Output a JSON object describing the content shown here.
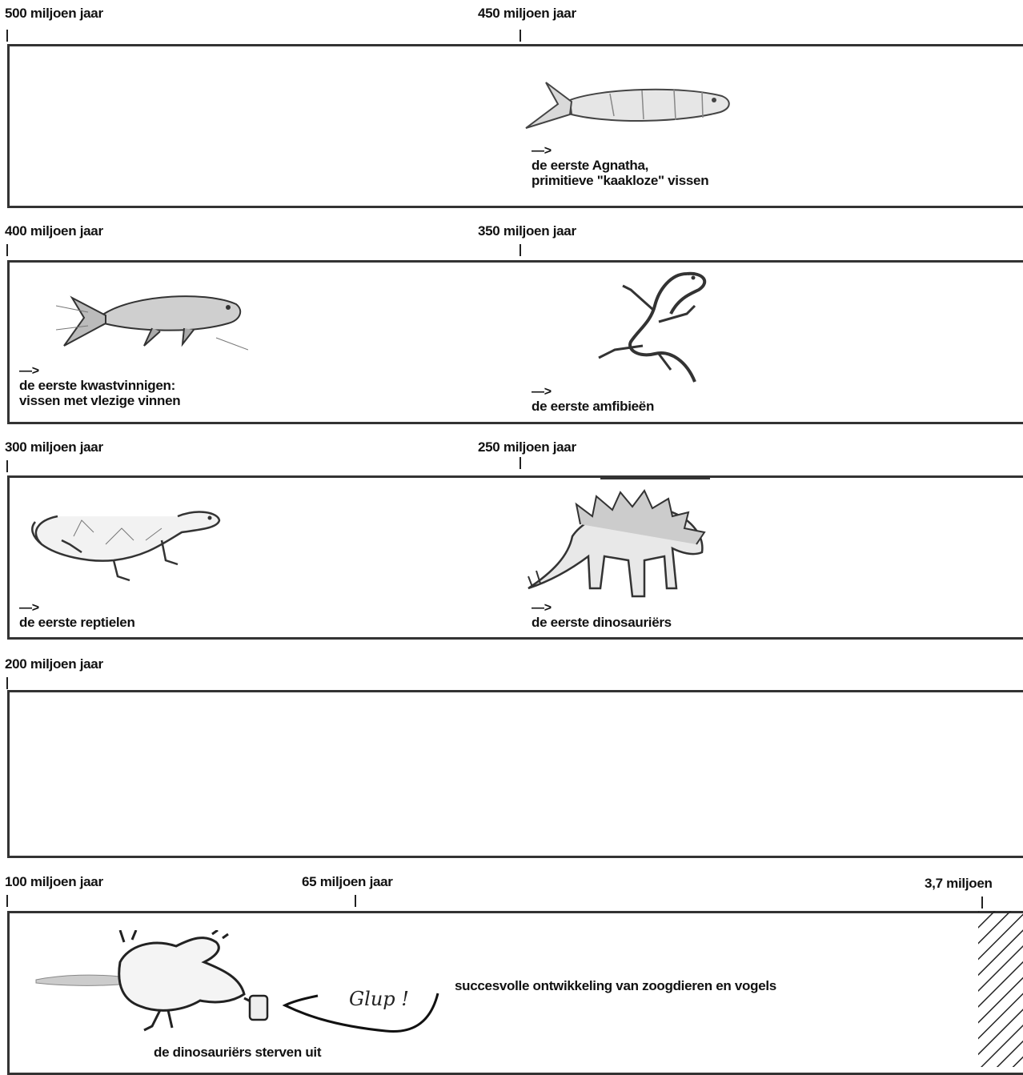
{
  "rows": [
    {
      "markers": [
        "500 miljoen jaar",
        "450 miljoen jaar"
      ],
      "events": [
        {
          "arrow": "—>",
          "line1": "de eerste Agnatha,",
          "line2": "primitieve \"kaakloze\" vissen",
          "icon": "jawless-fish-illustration"
        }
      ]
    },
    {
      "markers": [
        "400 miljoen jaar",
        "350 miljoen jaar"
      ],
      "events": [
        {
          "arrow": "—>",
          "line1": "de eerste kwastvinnigen:",
          "line2": "vissen met vlezige vinnen",
          "icon": "lobe-finned-fish-illustration"
        },
        {
          "arrow": "—>",
          "line1": "de eerste amfibieën",
          "icon": "salamander-illustration"
        }
      ]
    },
    {
      "markers": [
        "300 miljoen jaar",
        "250 miljoen jaar"
      ],
      "events": [
        {
          "arrow": "—>",
          "line1": "de eerste reptielen",
          "icon": "lizard-illustration"
        },
        {
          "arrow": "—>",
          "line1": "de eerste dinosauriërs",
          "icon": "stegosaurus-illustration"
        }
      ]
    },
    {
      "markers": [
        "200 miljoen jaar"
      ]
    },
    {
      "markers": [
        "100 miljoen jaar",
        "65 miljoen jaar",
        "3,7 miljoen"
      ],
      "events": [
        {
          "line1": "de dinosauriërs sterven uit",
          "icon": "dead-dinosaur-illustration"
        },
        {
          "line1": "succesvolle ontwikkeling van zoogdieren en vogels"
        }
      ],
      "speech": "Glup !"
    }
  ]
}
